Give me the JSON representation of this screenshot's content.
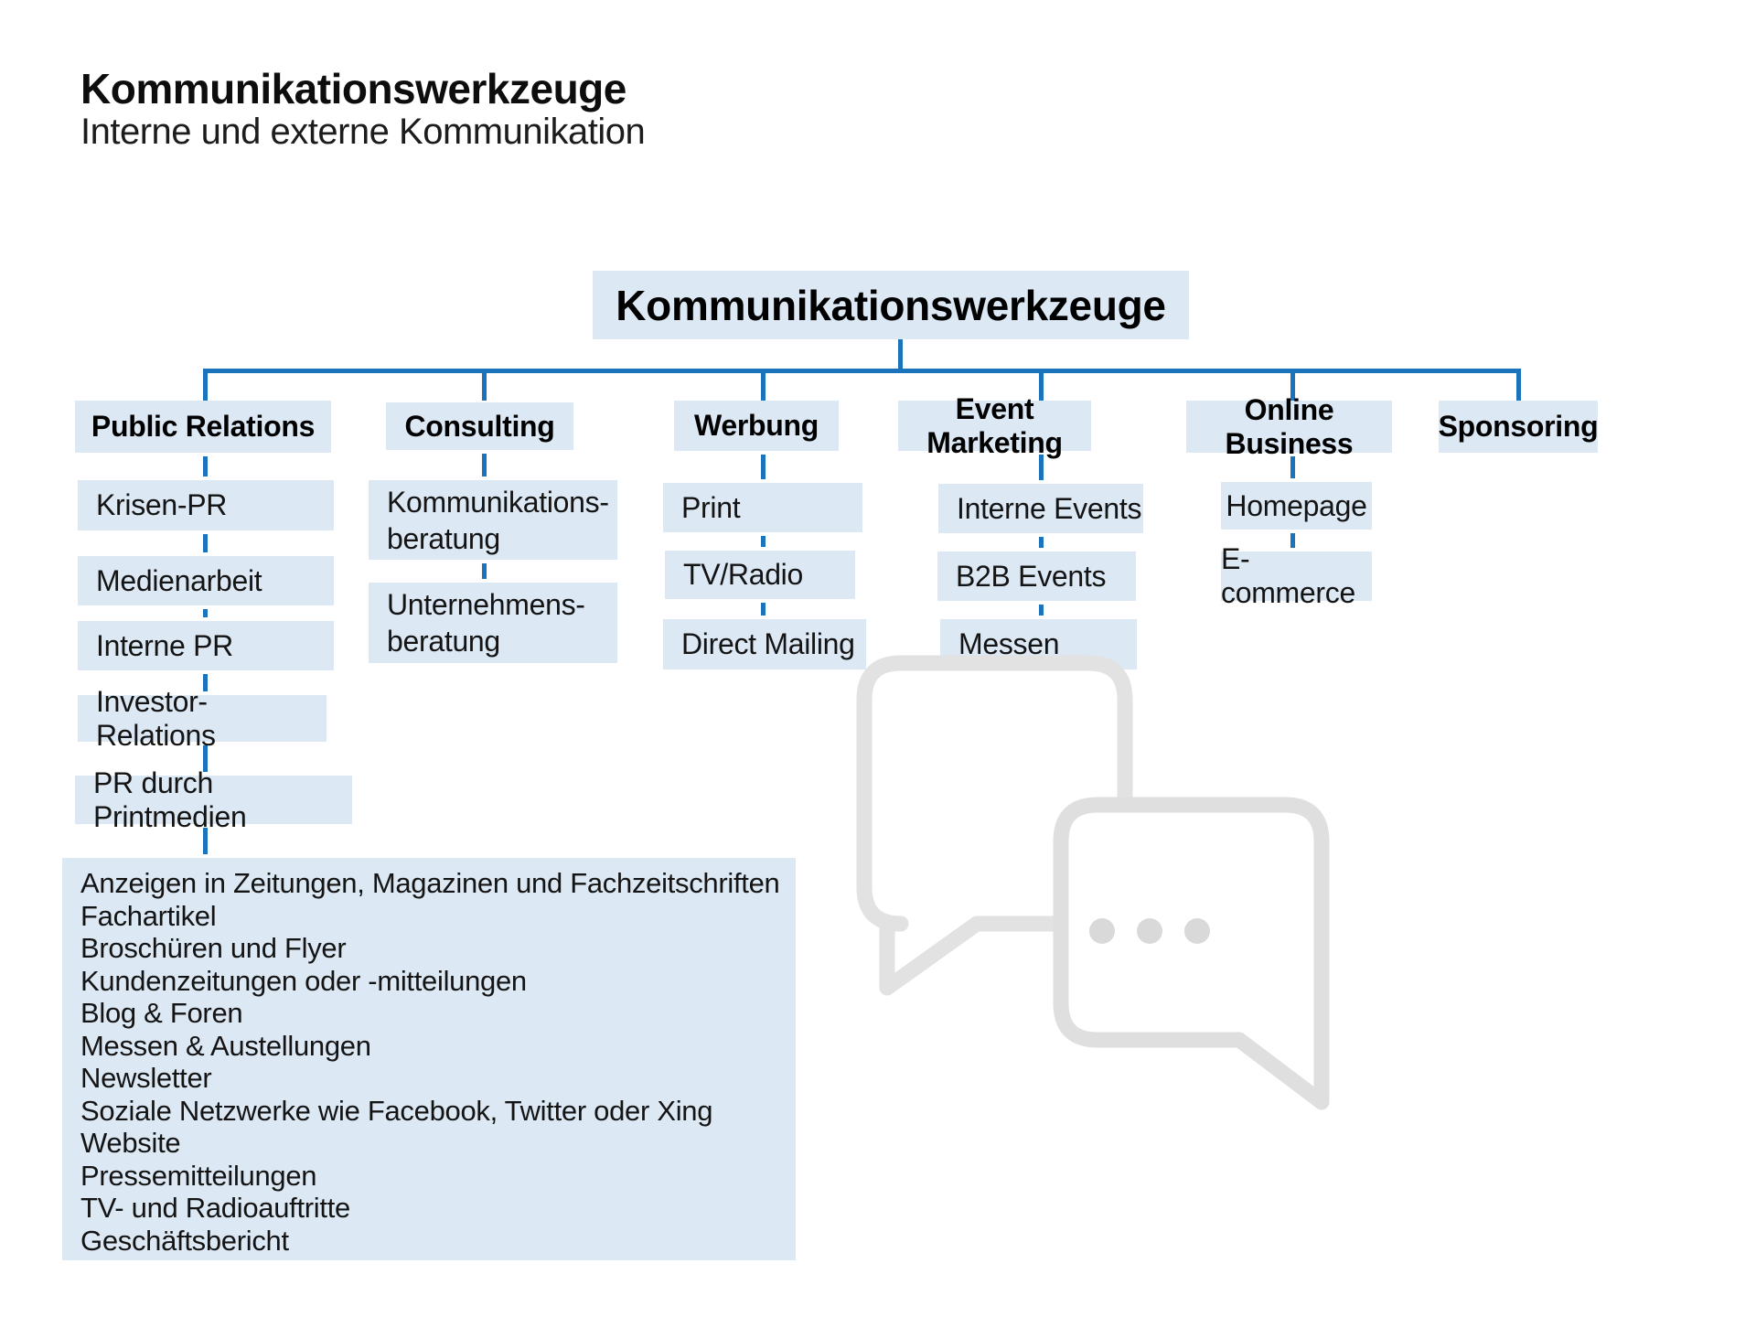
{
  "page": {
    "title": "Kommunikationswerkzeuge",
    "subtitle": "Interne und externe Kommunikation"
  },
  "root": {
    "label": "Kommunikationswerkzeuge"
  },
  "columns": [
    {
      "header": "Public Relations",
      "children": [
        "Krisen-PR",
        "Medienarbeit",
        "Interne PR",
        "Investor-Relations",
        "PR durch Printmedien"
      ]
    },
    {
      "header": "Consulting",
      "children": [
        "Kommunikations-\nberatung",
        "Unternehmens-\nberatung"
      ]
    },
    {
      "header": "Werbung",
      "children": [
        "Print",
        "TV/Radio",
        "Direct Mailing"
      ]
    },
    {
      "header": "Event Marketing",
      "children": [
        "Interne Events",
        "B2B Events",
        "Messen"
      ]
    },
    {
      "header": "Online Business",
      "children": [
        "Homepage",
        "E-commerce"
      ]
    },
    {
      "header": "Sponsoring",
      "children": []
    }
  ],
  "pr_detail_list": {
    "items": [
      "Anzeigen in Zeitungen, Magazinen und Fachzeitschriften",
      "Fachartikel",
      "Broschüren und Flyer",
      "Kundenzeitungen oder -mitteilungen",
      "Blog & Foren",
      "Messen & Austellungen",
      "Newsletter",
      "Soziale Netzwerke wie Facebook, Twitter oder Xing",
      "Website",
      "Pressemitteilungen",
      "TV- und Radioauftritte",
      "Geschäftsbericht"
    ]
  },
  "decoration": {
    "icon": "speech-bubbles-icon"
  },
  "colors": {
    "connector_blue": "#1b74bb",
    "node_fill": "#dce8f4",
    "bubble_gray": "#e2e2e2"
  }
}
